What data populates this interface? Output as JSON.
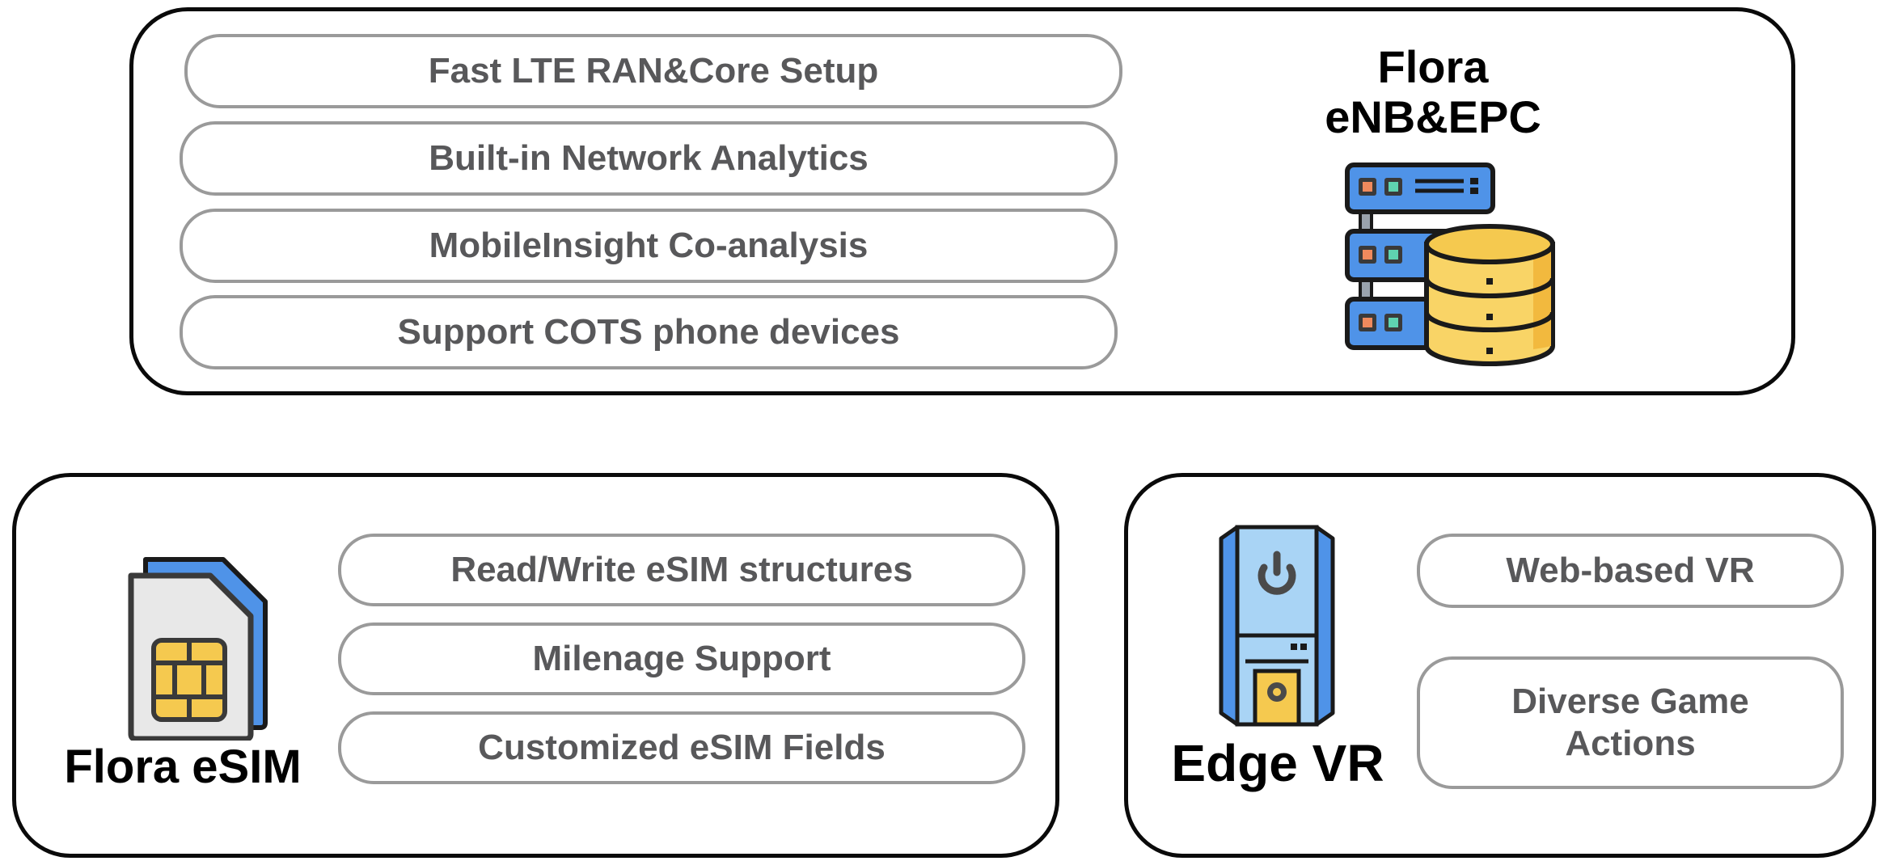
{
  "top_panel": {
    "title_line1": "Flora",
    "title_line2": "eNB&EPC",
    "features": [
      "Fast LTE RAN&Core Setup",
      "Built-in Network Analytics",
      "MobileInsight Co-analysis",
      "Support COTS phone devices"
    ],
    "icon": "server-database-icon"
  },
  "esim_panel": {
    "title": "Flora eSIM",
    "features": [
      "Read/Write eSIM structures",
      "Milenage Support",
      "Customized eSIM Fields"
    ],
    "icon": "sim-card-icon"
  },
  "vr_panel": {
    "title": "Edge VR",
    "features": [
      "Web-based VR",
      "Diverse Game Actions"
    ],
    "icon": "pc-tower-icon"
  },
  "colors": {
    "panel_border": "#0a0a0a",
    "pill_border": "#9a9a9a",
    "pill_text": "#58585a",
    "server_blue": "#4f93e8",
    "database_yellow": "#f9d466",
    "sim_chip_yellow": "#f5c94f",
    "tower_light_blue": "#a9d4f5"
  }
}
